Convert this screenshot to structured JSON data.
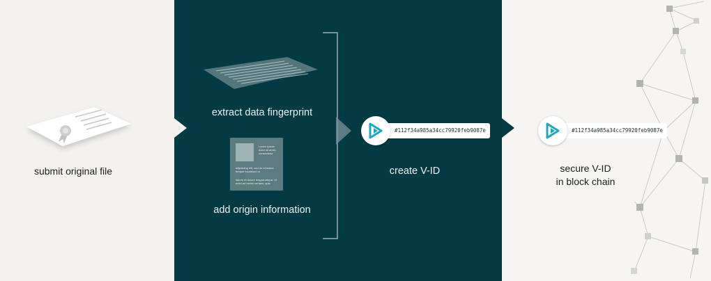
{
  "steps": {
    "submit": {
      "label": "submit original file"
    },
    "fingerprint": {
      "label": "extract data fingerprint"
    },
    "origin": {
      "label": "add origin information",
      "card_text_top": "Lorem ipsum dolor sit amet, consectetur",
      "card_text_mid": "adipiscing elit, sed do eiusmod tempor incididunt ut",
      "card_text_bottom": "labore et dolore magna aliqua. Ut enim ad minim veniam, quis"
    },
    "create": {
      "label": "create V-ID",
      "hash": "#112f34a985a34cc79920feb9087e"
    },
    "secure": {
      "label_line1": "secure V-ID",
      "label_line2": "in block chain",
      "hash": "#112f34a985a34cc79920feb9087e"
    }
  },
  "colors": {
    "mid_panel": "#033a44",
    "left_panel": "#f3f2ef",
    "accent_logo": "#1ba8c4"
  },
  "icons": {
    "document": "document-certificate-icon",
    "fingerprint": "data-sheet-icon",
    "origin": "origin-card-icon",
    "logo": "vid-logo-icon",
    "network": "blockchain-network-icon"
  }
}
